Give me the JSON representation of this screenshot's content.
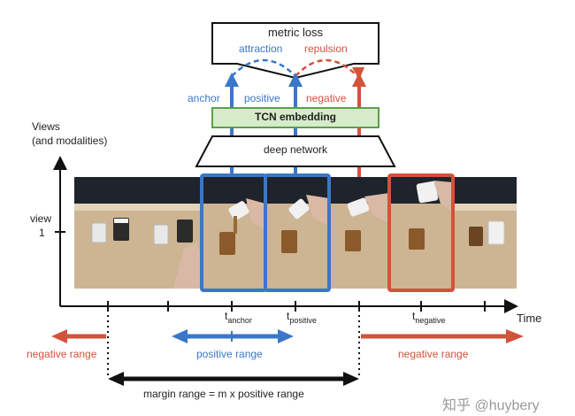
{
  "top": {
    "metric_loss": "metric loss",
    "attraction": "attraction",
    "repulsion": "repulsion",
    "anchor": "anchor",
    "positive": "positive",
    "negative": "negative",
    "tcn_embedding": "TCN embedding",
    "deep_network": "deep network"
  },
  "axis": {
    "views_line1": "Views",
    "views_line2": "(and modalities)",
    "view_label_line1": "view",
    "view_label_line2": "1",
    "time": "Time",
    "t_anchor_main": "t",
    "t_anchor_sub": "anchor",
    "t_positive_main": "t",
    "t_positive_sub": "positive",
    "t_negative_main": "t",
    "t_negative_sub": "negative"
  },
  "ranges": {
    "negative_range_left": "negative range",
    "positive_range": "positive range",
    "negative_range_right": "negative range",
    "margin_range": "margin range = m x positive range"
  },
  "watermark": "知乎 @huybery",
  "colors": {
    "blue": "#3a77c8",
    "red": "#d3523b",
    "tcn_fill": "#d6ecc8",
    "tcn_border": "#5aa04a",
    "table": "#cdb492",
    "wall": "#1f232b"
  }
}
